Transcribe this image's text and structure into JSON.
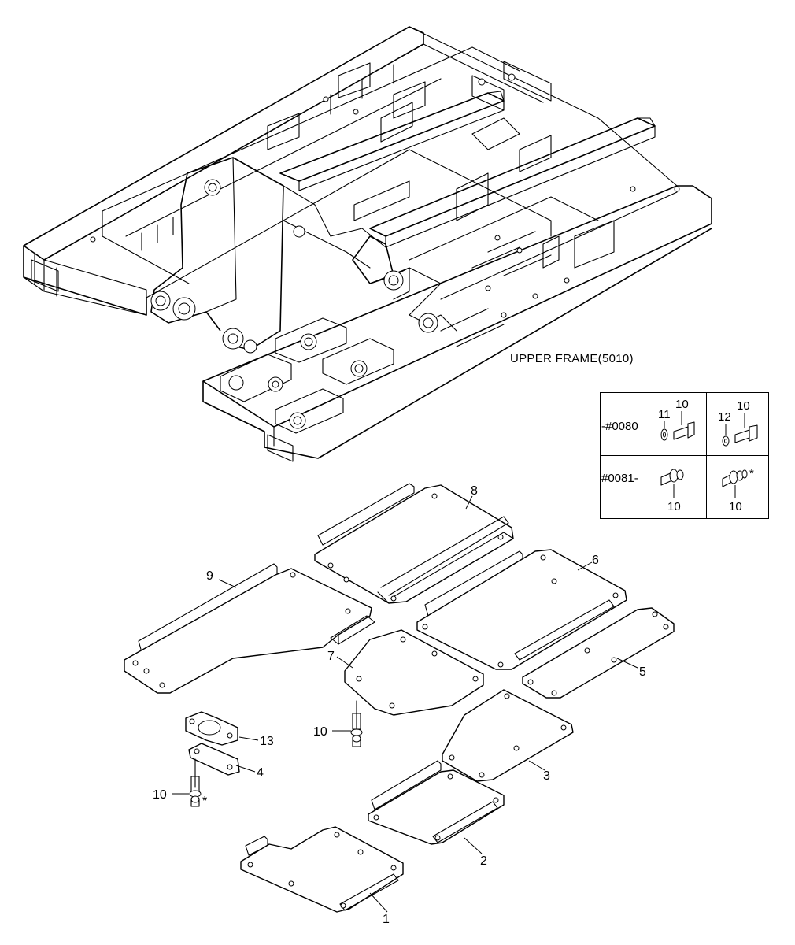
{
  "diagram": {
    "title": "UPPER FRAME(5010)",
    "callouts": [
      {
        "id": "c1",
        "label": "1"
      },
      {
        "id": "c2",
        "label": "2"
      },
      {
        "id": "c3",
        "label": "3"
      },
      {
        "id": "c4",
        "label": "4"
      },
      {
        "id": "c5",
        "label": "5"
      },
      {
        "id": "c6",
        "label": "6"
      },
      {
        "id": "c7",
        "label": "7"
      },
      {
        "id": "c8",
        "label": "8"
      },
      {
        "id": "c9",
        "label": "9"
      },
      {
        "id": "c10a",
        "label": "10"
      },
      {
        "id": "c10b",
        "label": "10"
      },
      {
        "id": "c13",
        "label": "13"
      }
    ],
    "asterisk": "*"
  },
  "serial_table": {
    "rows": [
      {
        "serial": "-#0080",
        "cells": [
          {
            "labels": [
              "11",
              "10"
            ]
          },
          {
            "labels": [
              "12",
              "10"
            ]
          }
        ]
      },
      {
        "serial": "#0081-",
        "cells": [
          {
            "labels": [
              "10"
            ]
          },
          {
            "labels": [
              "10",
              "*"
            ]
          }
        ]
      }
    ]
  }
}
